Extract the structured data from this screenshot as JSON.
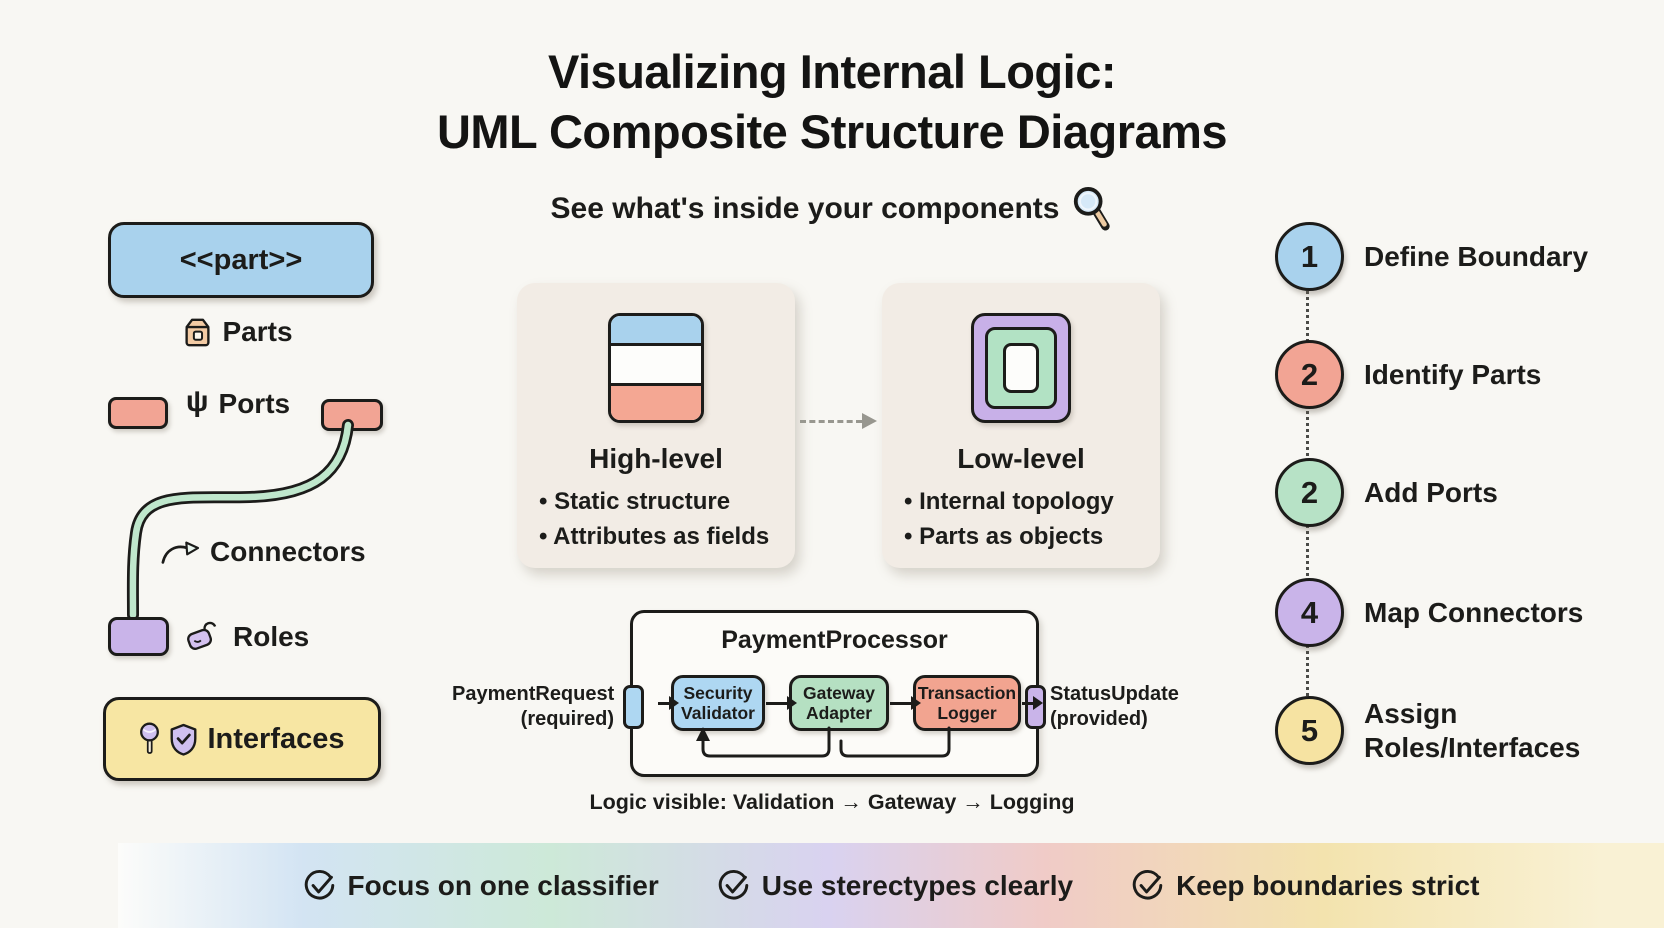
{
  "page": {
    "title_line1": "Visualizing Internal Logic:",
    "title_line2": "UML Composite Structure Diagrams",
    "subtitle": "See what's inside your components"
  },
  "legend": {
    "part_box": "<<part>>",
    "parts": "Parts",
    "ports": "Ports",
    "connectors": "Connectors",
    "roles": "Roles",
    "interfaces": "Interfaces"
  },
  "comparison": {
    "high": {
      "title": "High-level",
      "bullet1": "• Static structure",
      "bullet2": "• Attributes as fields"
    },
    "low": {
      "title": "Low-level",
      "bullet1": "• Internal topology",
      "bullet2": "• Parts as objects"
    }
  },
  "diagram": {
    "title": "PaymentProcessor",
    "input_port": {
      "name": "PaymentRequest",
      "qualifier": "(required)"
    },
    "output_port": {
      "name": "StatusUpdate",
      "qualifier": "(provided)"
    },
    "parts": [
      {
        "name": "Security Validator",
        "color": "#aed7f2"
      },
      {
        "name": "Gateway Adapter",
        "color": "#b5e0c2"
      },
      {
        "name": "Transaction Logger",
        "color": "#f2a490"
      }
    ],
    "caption": "Logic visible: Validation → Gateway → Logging"
  },
  "steps": [
    {
      "number": "1",
      "label": "Define Boundary",
      "color": "#a9d2ed"
    },
    {
      "number": "2",
      "label": "Identify Parts",
      "color": "#f2a494"
    },
    {
      "number": "2",
      "label": "Add Ports",
      "color": "#b7e2c6"
    },
    {
      "number": "4",
      "label": "Map Connectors",
      "color": "#c9b4e9"
    },
    {
      "number": "5",
      "label": "Assign Roles/Interfaces",
      "color": "#f6e3a2"
    }
  ],
  "footer": {
    "item1": "Focus on one classifier",
    "item2": "Use sterectypes clearly",
    "item3": "Keep boundaries strict"
  },
  "icons": {
    "subtitle": "magnifier-icon",
    "parts": "box-icon",
    "ports": "fork-icon",
    "connectors": "curved-arrow-icon",
    "roles": "tag-icon",
    "interfaces": [
      "lollipop-icon",
      "shield-check-icon"
    ],
    "footer": "check-circle-icon"
  },
  "colors": {
    "background": "#f8f7f3",
    "card": "#f2ece5",
    "outline": "#1c1c1a",
    "blue": "#a9d2ed",
    "salmon": "#f2a494",
    "green": "#b7e2c6",
    "purple": "#c9b4e9",
    "yellow": "#f6e3a2"
  }
}
